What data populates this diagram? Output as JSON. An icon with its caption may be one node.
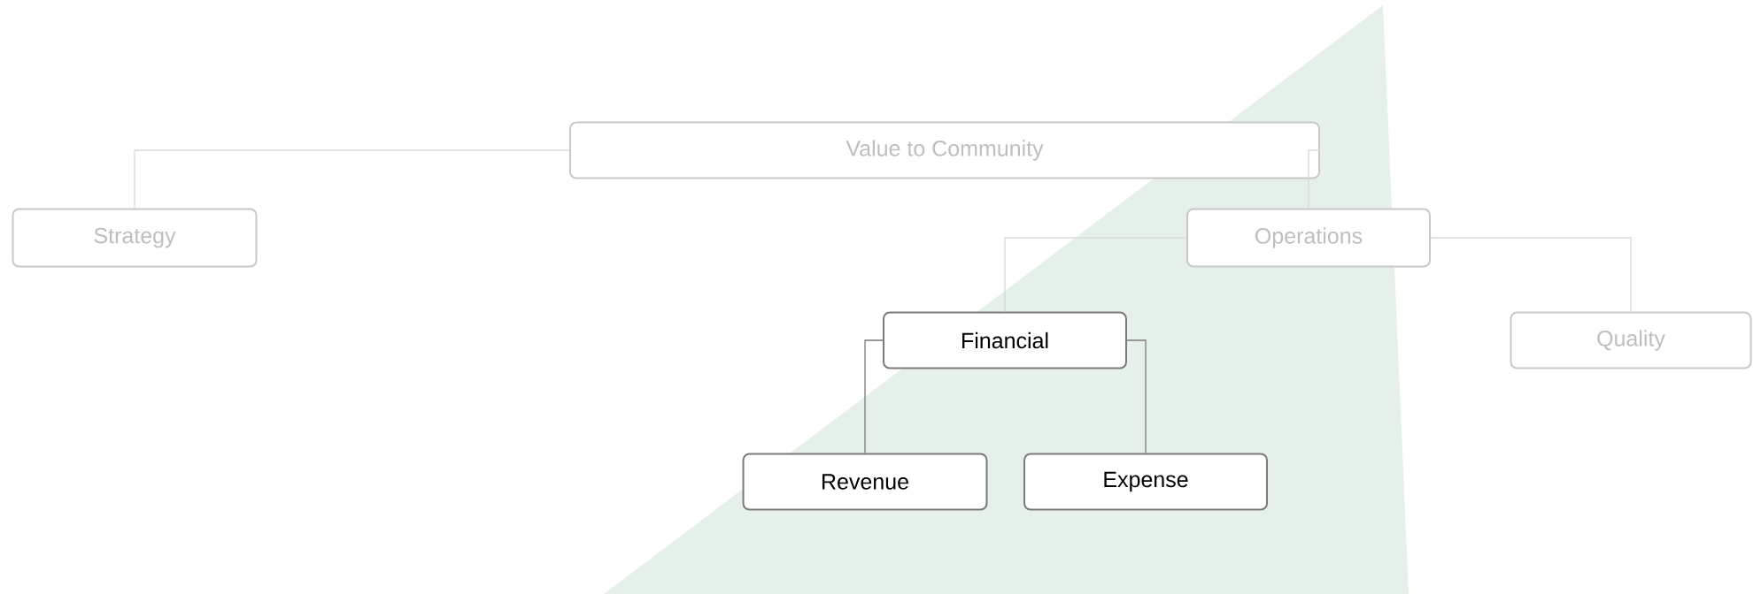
{
  "diagram": {
    "nodes": [
      {
        "text": [
          "Value to Community"
        ]
      },
      {
        "text": [
          "Strategy"
        ]
      },
      {
        "text": [
          "Operations"
        ]
      },
      {
        "text": [
          "Financial"
        ]
      },
      {
        "text": [
          "Quality"
        ]
      },
      {
        "text": [
          "Revenue"
        ]
      },
      {
        "text": [
          "Expense"
        ]
      }
    ],
    "edges": [
      {
        "from": 0,
        "to": 1,
        "arrow": "none"
      },
      {
        "from": 0,
        "to": 2,
        "arrow": "none"
      },
      {
        "from": 2,
        "to": 3,
        "arrow": "none"
      },
      {
        "from": 2,
        "to": 4,
        "arrow": "none"
      },
      {
        "from": 3,
        "to": 5,
        "arrow": "none",
        "color": "#7a7a7a"
      },
      {
        "from": 3,
        "to": 6,
        "arrow": "none",
        "color": "#7a7a7a"
      }
    ]
  }
}
